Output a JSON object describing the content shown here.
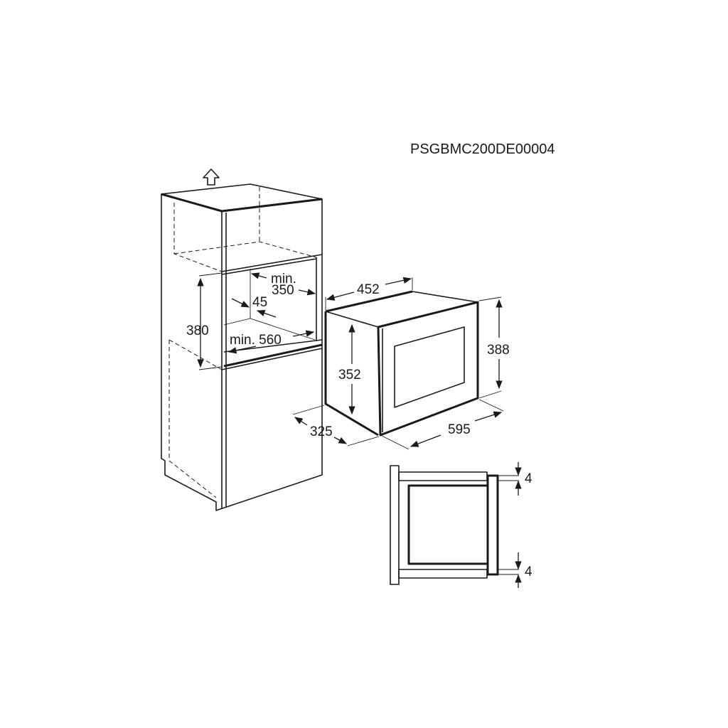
{
  "drawing_code": "PSGBMC200DE00004",
  "icons": {
    "ventilation": "arrow-up-outline-icon"
  },
  "cabinet_dimensions": {
    "niche_depth_label": "min.",
    "niche_depth_value": "350",
    "gap": "45",
    "niche_height": "380",
    "niche_width": "min. 560"
  },
  "appliance_dimensions": {
    "depth_top": "452",
    "front_height": "388",
    "body_height": "352",
    "body_depth": "325",
    "front_width": "595"
  },
  "side_view": {
    "top_gap": "4",
    "bottom_gap": "4"
  }
}
